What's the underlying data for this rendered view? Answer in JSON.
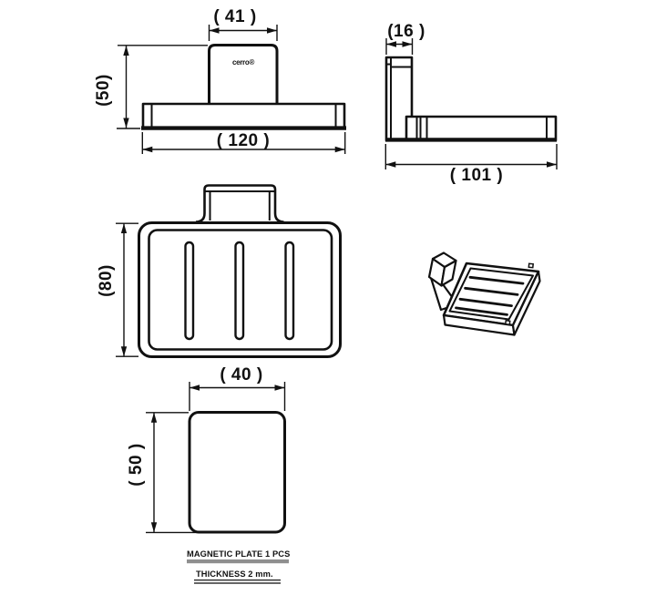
{
  "drawing": {
    "title_note": "technical dimension drawing of wall-mounted soap dish",
    "front": {
      "width_top": "( 41 )",
      "logo": "cerro®",
      "height_left": "(50)",
      "width_bottom": "( 120  )"
    },
    "side": {
      "width_top": "(16 )",
      "width_bottom": "( 101 )"
    },
    "top": {
      "height_left": "(80)"
    },
    "plate": {
      "width_top": "( 40 )",
      "height_left": "( 50 )"
    },
    "footer": {
      "line1": "MAGNETIC PLATE 1 PCS",
      "line2": "THICKNESS 2 mm."
    },
    "colors": {
      "line": "#111111",
      "underline_gray": "#8f8f8f",
      "background": "#ffffff"
    }
  }
}
